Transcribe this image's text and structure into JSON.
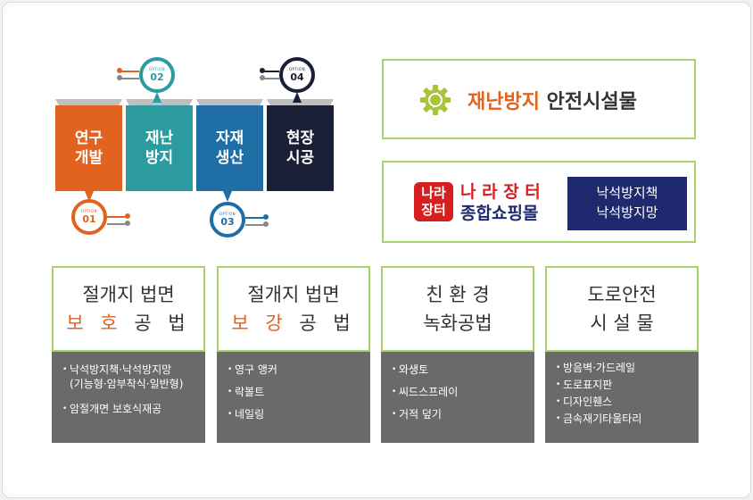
{
  "options": [
    {
      "label": "연구\n개발",
      "opt": "OPTION",
      "num": "01",
      "color": "#e2631f"
    },
    {
      "label": "재난\n방지",
      "opt": "OPTION",
      "num": "02",
      "color": "#2b9ba0"
    },
    {
      "label": "자재\n생산",
      "opt": "OPTION",
      "num": "03",
      "color": "#1f6fa6"
    },
    {
      "label": "현장\n시공",
      "opt": "OPTION",
      "num": "04",
      "color": "#1a1f36"
    }
  ],
  "banner1": {
    "title_orange": "재난방지",
    "title_dark": "안전시설물"
  },
  "banner2": {
    "seal_line1": "나라",
    "seal_line2": "장터",
    "brand_line1": "나 라 장 터",
    "brand_line2": "종합쇼핑몰",
    "tag_line1": "낙석방지책",
    "tag_line2": "낙석방지망"
  },
  "cards": [
    {
      "title_line1": "절개지 법면",
      "title_line2_orange": [
        "보",
        "호"
      ],
      "title_line2_rest": [
        "공",
        "법"
      ],
      "items": [
        "낙석방지책·낙석방지망\n(기능형·암부착식·일반형)",
        "암절개면 보호식재공"
      ]
    },
    {
      "title_line1": "절개지 법면",
      "title_line2_orange": [
        "보",
        "강"
      ],
      "title_line2_rest": [
        "공",
        "법"
      ],
      "items": [
        "영구 앵커",
        "락볼트",
        "네일링"
      ]
    },
    {
      "title_line1": "친 환 경",
      "title_line2": "녹화공법",
      "items": [
        "와생토",
        "씨드스프레이",
        "거적 덮기"
      ]
    },
    {
      "title_line1": "도로안전",
      "title_line2": "시 설 물",
      "items": [
        "방음벽·가드레일",
        "도로표지판",
        "디자인휀스",
        "금속재기타울타리"
      ]
    }
  ],
  "colors": {
    "accent_green": "#a9d26d",
    "accent_orange": "#e2631f",
    "card_gray": "#6a6a6a",
    "tag_navy": "#1f2a6e"
  }
}
